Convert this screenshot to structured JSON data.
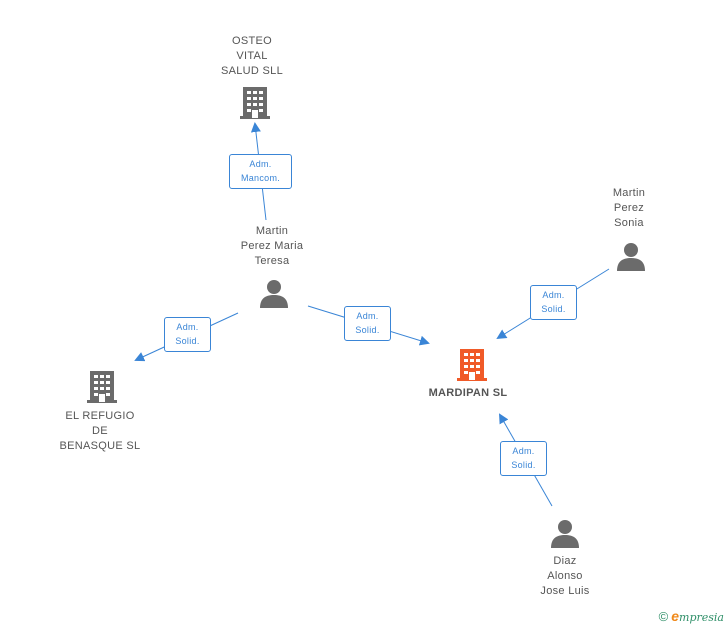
{
  "colors": {
    "edge": "#3a85d6",
    "company": "#6b6b6b",
    "company_main": "#f05a28",
    "person": "#6b6b6b",
    "label_text": "#555555"
  },
  "nodes": {
    "osteo": {
      "label": "OSTEO\nVITAL\nSALUD  SLL",
      "icon": "building-icon"
    },
    "refugio": {
      "label": "EL REFUGIO\nDE\nBENASQUE SL",
      "icon": "building-icon"
    },
    "mardipan": {
      "label": "MARDIPAN SL",
      "icon": "building-icon"
    },
    "martin_teresa": {
      "label": "Martin\nPerez Maria\nTeresa",
      "icon": "person-icon"
    },
    "martin_sonia": {
      "label": "Martin\nPerez\nSonia",
      "icon": "person-icon"
    },
    "diaz": {
      "label": "Diaz\nAlonso\nJose Luis",
      "icon": "person-icon"
    }
  },
  "edges": {
    "teresa_osteo": {
      "label": "Adm.\nMancom."
    },
    "teresa_refugio": {
      "label": "Adm.\nSolid."
    },
    "teresa_mardipan": {
      "label": "Adm.\nSolid."
    },
    "sonia_mardipan": {
      "label": "Adm.\nSolid."
    },
    "diaz_mardipan": {
      "label": "Adm.\nSolid."
    }
  },
  "footer": {
    "copyright": "©",
    "brand_initial": "e",
    "brand_rest": "mpresia"
  }
}
